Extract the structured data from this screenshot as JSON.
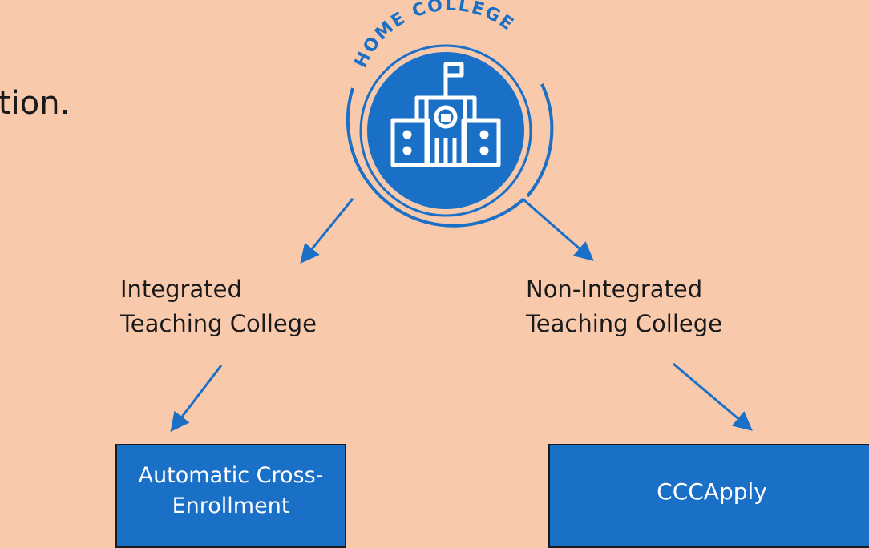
{
  "partial_text": "tion.",
  "logo": {
    "arc_text": "HOME COLLEGE",
    "icon": "school-building-icon",
    "color": "#1a6fc6"
  },
  "nodes": {
    "integrated": {
      "line1": "Integrated",
      "line2": "Teaching College"
    },
    "non_integrated": {
      "line1": "Non-Integrated",
      "line2": "Teaching College"
    }
  },
  "outcomes": {
    "integrated": {
      "line1": "Automatic Cross-",
      "line2": "Enrollment"
    },
    "non_integrated": {
      "label": "CCCApply"
    }
  },
  "colors": {
    "background": "#f8c9ab",
    "accent": "#1a6fc6",
    "text": "#1a1a1a"
  }
}
